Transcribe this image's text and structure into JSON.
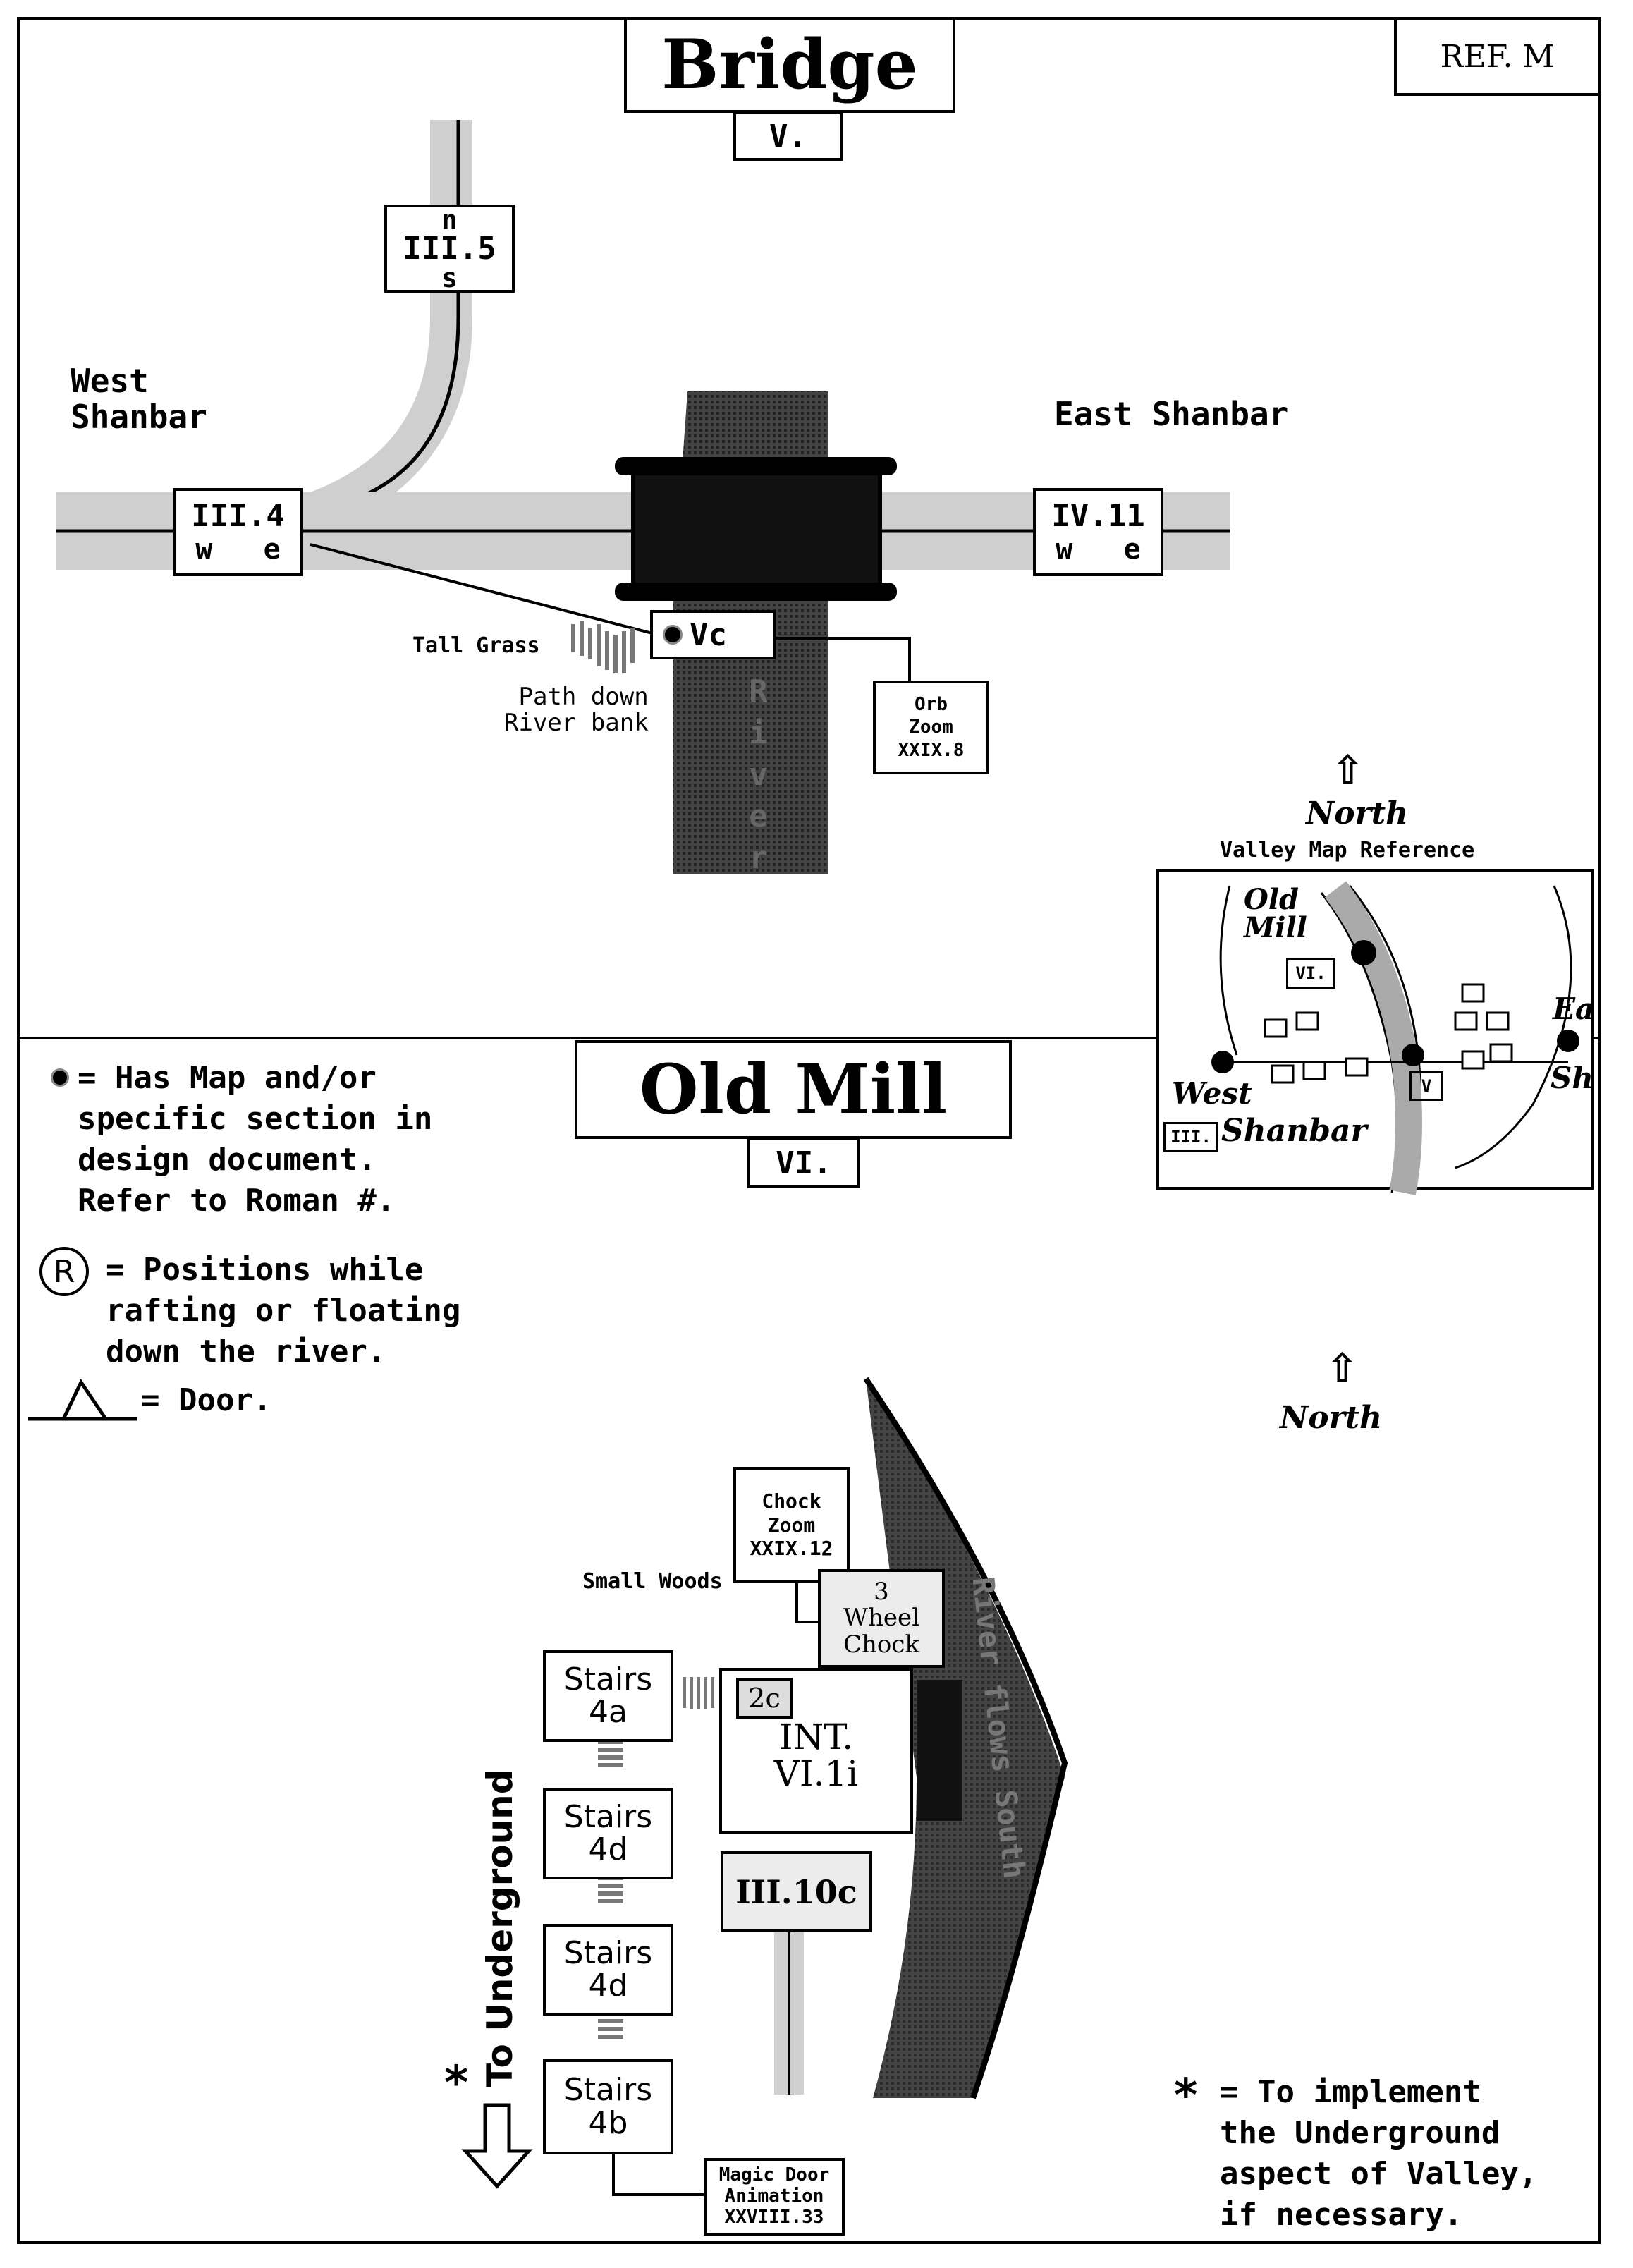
{
  "bridge": {
    "title": "Bridge",
    "roman": "V.",
    "ref": "REF. M",
    "nodes": {
      "iii5_top": "n",
      "iii5_id": "III.5",
      "iii5_bottom": "s",
      "iii4_id": "III.4",
      "iii4_sub": "w   e",
      "iv11_id": "IV.11",
      "iv11_sub": "w   e",
      "vc": "Vc"
    },
    "labels": {
      "west_shanbar": "West\nShanbar",
      "east_shanbar": "East Shanbar",
      "tall_grass": "Tall Grass",
      "path_down": "Path down\nRiver bank",
      "river": "River",
      "orb_zoom": "Orb\nZoom\nXXIX.8"
    }
  },
  "valley_map": {
    "north": "North",
    "title": "Valley Map Reference",
    "old_mill": "Old\nMill",
    "vi": "VI.",
    "west": "West",
    "iii": "III.",
    "shanbar": "Shanbar",
    "v": "V",
    "ea": "Ea",
    "sh": "Sh"
  },
  "legend": {
    "map_note": "= Has Map and/or\nspecific section in\ndesign document.\nRefer to Roman #.",
    "r_symbol": "R",
    "raft_note": "= Positions while\nrafting or floating\ndown the river.",
    "door_note": "= Door."
  },
  "old_mill": {
    "title": "Old Mill",
    "roman": "VI.",
    "north": "North",
    "labels": {
      "chock_zoom": "Chock\nZoom\nXXIX.12",
      "small_woods": "Small Woods",
      "wheel_chock": "3\nWheel\nChock",
      "room_2c": "2c",
      "int": "INT.\nVI.1i",
      "iii10c": "III.10c",
      "stairs_4a": "Stairs\n4a",
      "stairs_4d_1": "Stairs\n4d",
      "stairs_4d_2": "Stairs\n4d",
      "stairs_4b": "Stairs\n4b",
      "to_underground": "To Underground",
      "asterisk": "*",
      "river_flows": "River flows South",
      "magic_door": "Magic Door\nAnimation\nXXVIII.33",
      "implement_note": "= To implement\nthe Underground\naspect of Valley,\nif necessary.",
      "implement_star": "*"
    }
  }
}
